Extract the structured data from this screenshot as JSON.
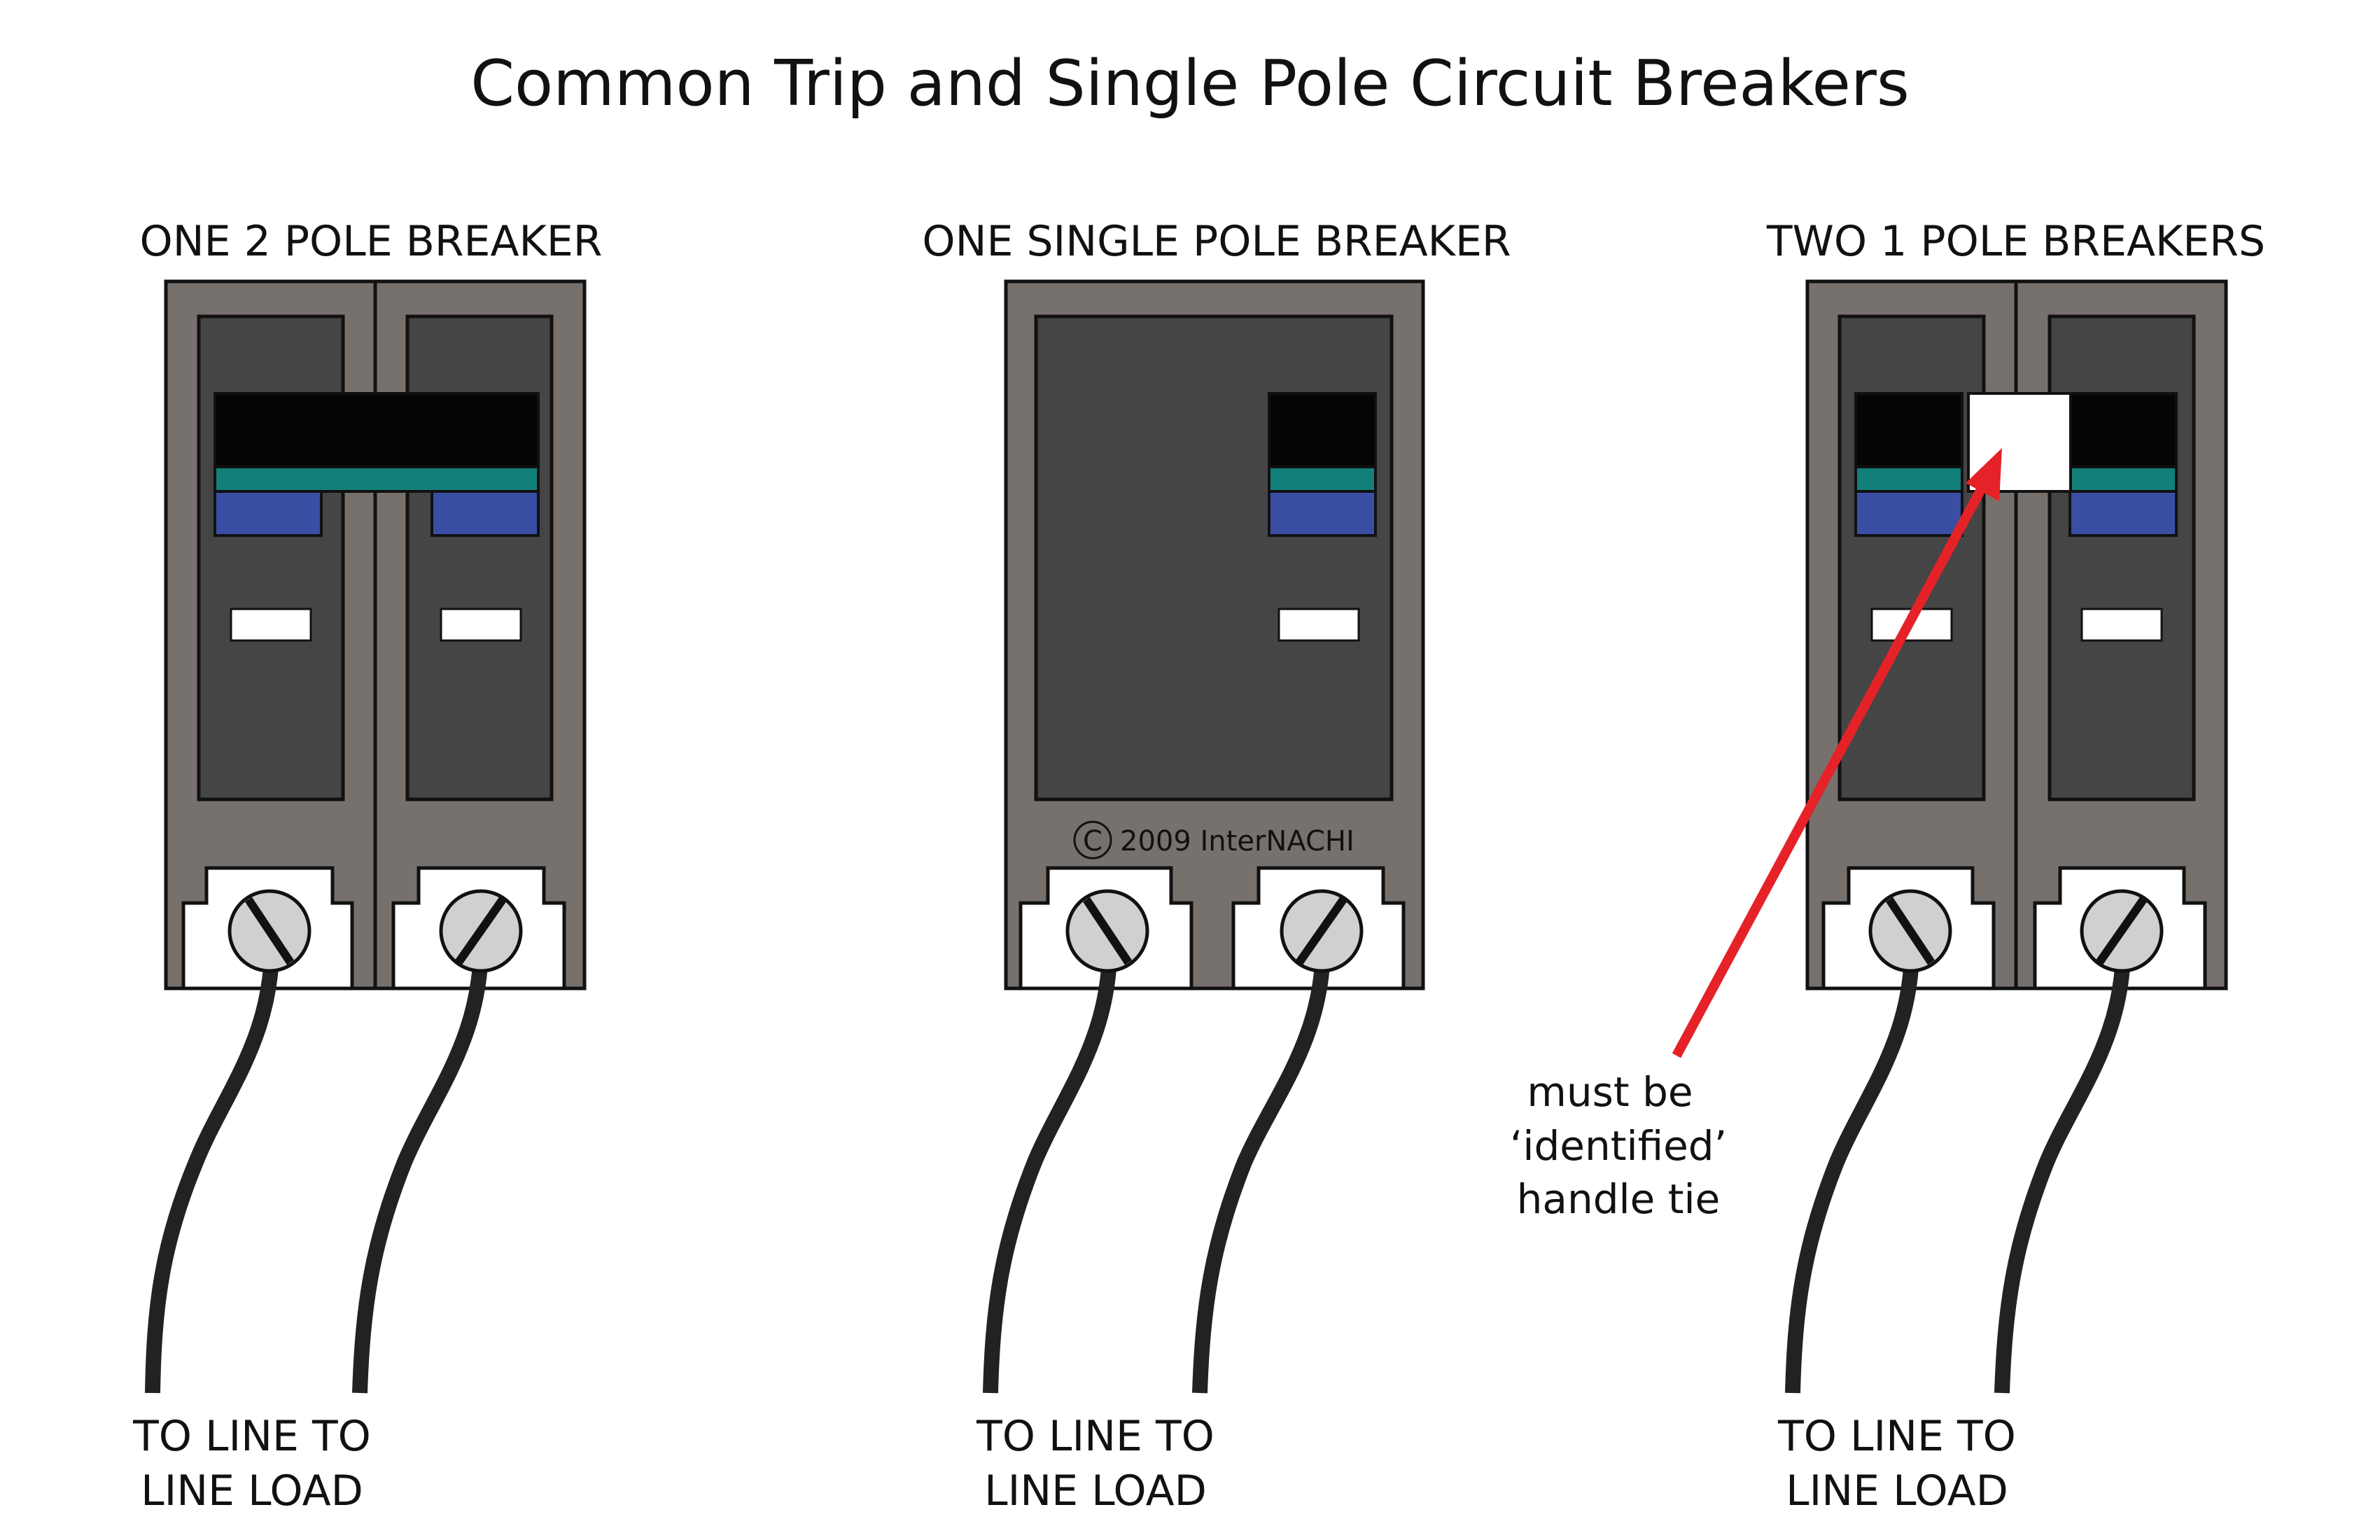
{
  "title": "Common Trip and Single Pole Circuit Breakers",
  "panels": [
    {
      "label": "ONE 2 POLE BREAKER",
      "caption_line1": "TO LINE TO",
      "caption_line2": "LINE LOAD"
    },
    {
      "label": "ONE SINGLE POLE BREAKER",
      "caption_line1": "TO LINE TO",
      "caption_line2": "LINE LOAD",
      "copyright": "2009  InterNACHI",
      "copyright_symbol": "C"
    },
    {
      "label": "TWO 1 POLE BREAKERS",
      "caption_line1": "TO LINE TO",
      "caption_line2": "LINE LOAD"
    }
  ],
  "annotation": {
    "line1": "must be",
    "line2": "‘identified’",
    "line3": "handle tie"
  },
  "colors": {
    "body": "#77716e",
    "panel": "#454545",
    "handle": "#050505",
    "teal": "#137f79",
    "blue": "#3a4fa4",
    "wire": "#222222",
    "screw": "#d0d0d0",
    "arrow": "#e52228"
  }
}
